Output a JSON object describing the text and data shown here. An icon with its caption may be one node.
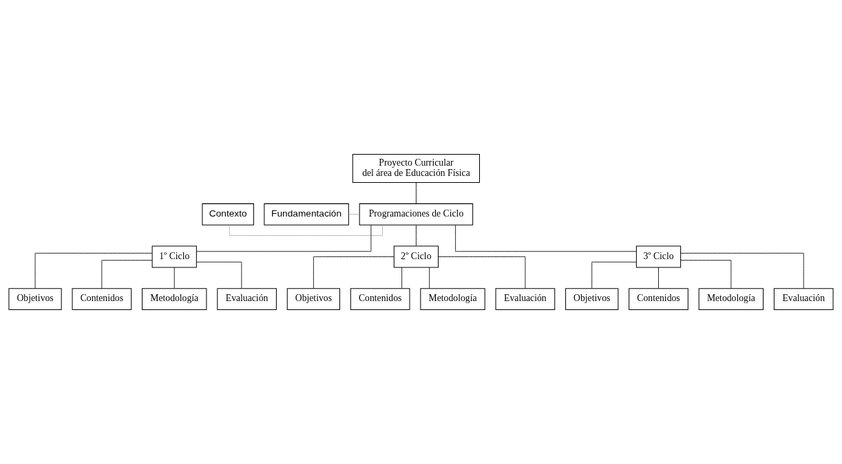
{
  "diagram": {
    "nodes": [
      {
        "text": [
          "Proyecto Curricular del área de Educación Física"
        ]
      },
      {
        "text": [
          "Contexto"
        ]
      },
      {
        "text": [
          "Fundamentación"
        ]
      },
      {
        "text": [
          "Programaciones de Ciclo"
        ]
      },
      {
        "text": [
          "1º Ciclo"
        ]
      },
      {
        "text": [
          "2º Ciclo"
        ]
      },
      {
        "text": [
          "3º Ciclo"
        ]
      },
      {
        "text": [
          "Objetivos"
        ]
      },
      {
        "text": [
          "Contenidos"
        ]
      },
      {
        "text": [
          "Metodología"
        ]
      },
      {
        "text": [
          "Evaluación"
        ]
      },
      {
        "text": [
          "Objetivos"
        ]
      },
      {
        "text": [
          "Contenidos"
        ]
      },
      {
        "text": [
          "Metodología"
        ]
      },
      {
        "text": [
          "Evaluación"
        ]
      },
      {
        "text": [
          "Objetivos"
        ]
      },
      {
        "text": [
          "Contenidos"
        ]
      },
      {
        "text": [
          "Metodología"
        ]
      },
      {
        "text": [
          "Evaluación"
        ]
      }
    ],
    "edges": [
      {
        "from": 0,
        "to": 3,
        "arrow": "none"
      },
      {
        "from": 1,
        "to": 3,
        "arrow": "none",
        "color": "#aaaaaa"
      },
      {
        "from": 2,
        "to": 3,
        "arrow": "none",
        "color": "#aaaaaa"
      },
      {
        "from": 3,
        "to": 4,
        "arrow": "none"
      },
      {
        "from": 3,
        "to": 5,
        "arrow": "none"
      },
      {
        "from": 3,
        "to": 6,
        "arrow": "none"
      },
      {
        "from": 4,
        "to": 7,
        "arrow": "none"
      },
      {
        "from": 4,
        "to": 8,
        "arrow": "none"
      },
      {
        "from": 4,
        "to": 9,
        "arrow": "none"
      },
      {
        "from": 4,
        "to": 10,
        "arrow": "none"
      },
      {
        "from": 5,
        "to": 11,
        "arrow": "none"
      },
      {
        "from": 5,
        "to": 12,
        "arrow": "none"
      },
      {
        "from": 5,
        "to": 13,
        "arrow": "none"
      },
      {
        "from": 5,
        "to": 14,
        "arrow": "none"
      },
      {
        "from": 6,
        "to": 15,
        "arrow": "none"
      },
      {
        "from": 6,
        "to": 16,
        "arrow": "none"
      },
      {
        "from": 6,
        "to": 17,
        "arrow": "none"
      },
      {
        "from": 6,
        "to": 18,
        "arrow": "none"
      }
    ]
  }
}
